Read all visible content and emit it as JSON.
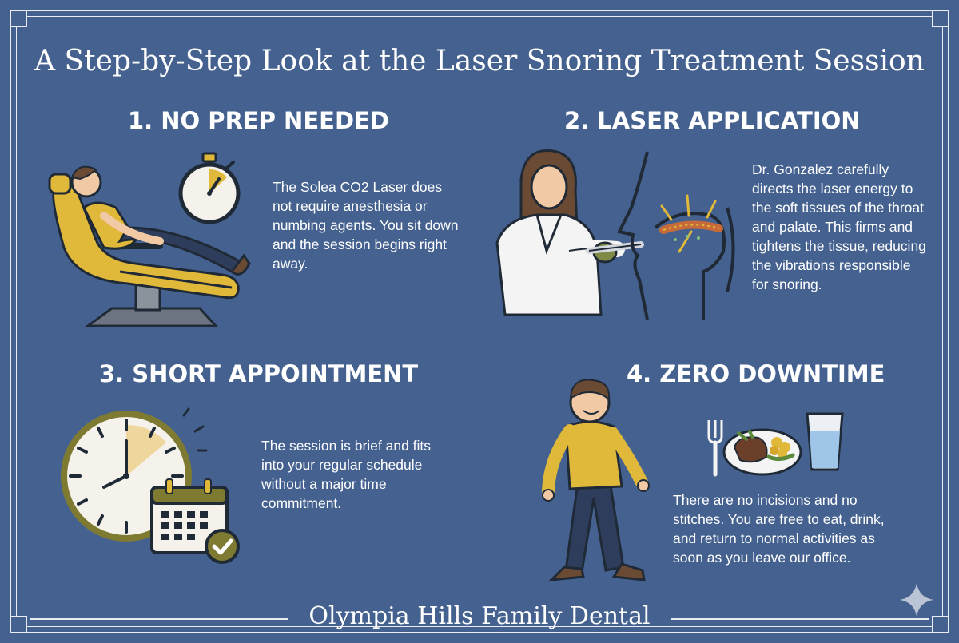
{
  "title": "A Step-by-Step Look at the Laser Snoring Treatment Session",
  "sections": [
    {
      "heading": "1. NO PREP NEEDED",
      "body": "The Solea CO2 Laser does not require anesthesia or numbing agents. You sit down and the session begins right away.",
      "icons": [
        "reclining-patient-icon",
        "stopwatch-icon"
      ]
    },
    {
      "heading": "2. LASER APPLICATION",
      "body": "Dr. Gonzalez carefully directs the laser energy to the soft tissues of the throat and palate. This firms and tightens the tissue, reducing the vibrations responsible for snoring.",
      "icons": [
        "dentist-with-laser-icon",
        "throat-cross-section-icon"
      ]
    },
    {
      "heading": "3. SHORT APPOINTMENT",
      "body": "The session is brief and fits into your regular schedule without a major time commitment.",
      "icons": [
        "clock-icon",
        "calendar-check-icon"
      ]
    },
    {
      "heading": "4. ZERO DOWNTIME",
      "body": "There are no incisions and no stitches. You are free to eat, drink, and return to normal activities as soon as you leave our office.",
      "icons": [
        "walking-man-icon",
        "fork-icon",
        "meal-plate-icon",
        "water-glass-icon"
      ]
    }
  ],
  "footer": "Olympia Hills Family Dental",
  "colors": {
    "background": "#44618f",
    "accent_yellow": "#e0b83a",
    "text": "#ffffff",
    "outline": "#1f2a36"
  }
}
